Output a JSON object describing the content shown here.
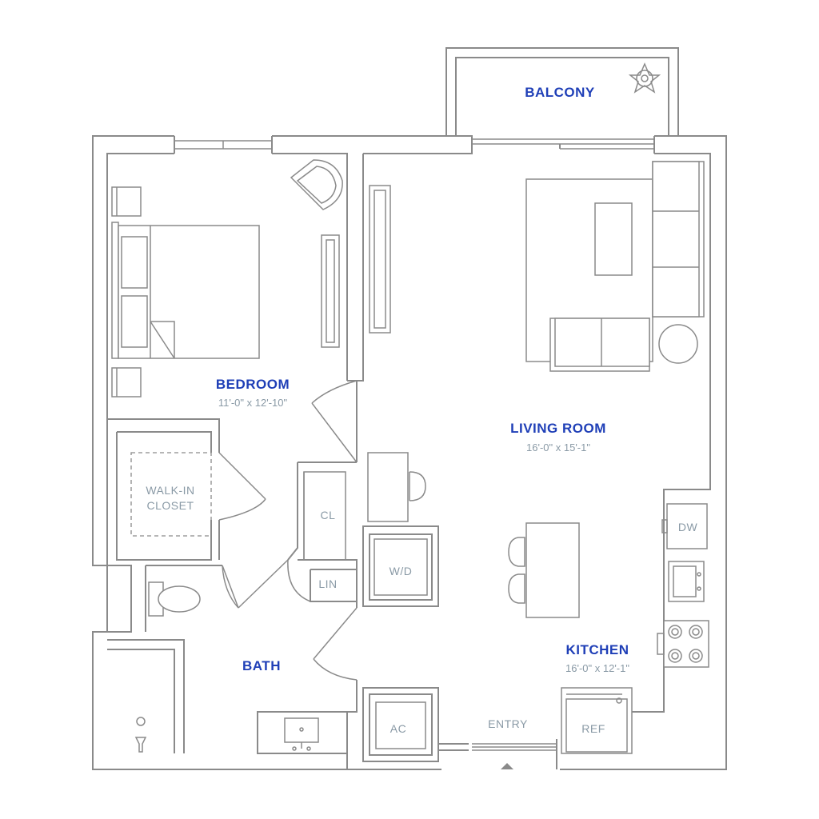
{
  "rooms": {
    "balcony": {
      "name": "BALCONY"
    },
    "bedroom": {
      "name": "BEDROOM",
      "dims": "11'-0\" x 12'-10\""
    },
    "living": {
      "name": "LIVING ROOM",
      "dims": "16'-0\" x 15'-1\""
    },
    "kitchen": {
      "name": "KITCHEN",
      "dims": "16'-0\" x 12'-1\""
    },
    "bath": {
      "name": "BATH"
    }
  },
  "labels": {
    "walkin_line1": "WALK-IN",
    "walkin_line2": "CLOSET",
    "closet": "CL",
    "linen": "LIN",
    "washer_dryer": "W/D",
    "dishwasher": "DW",
    "ac": "AC",
    "refrigerator": "REF",
    "entry": "ENTRY"
  },
  "colors": {
    "room_label": "#1f3fb7",
    "dimension_text": "#8a9aa6",
    "walls": "#8a8a8a"
  }
}
